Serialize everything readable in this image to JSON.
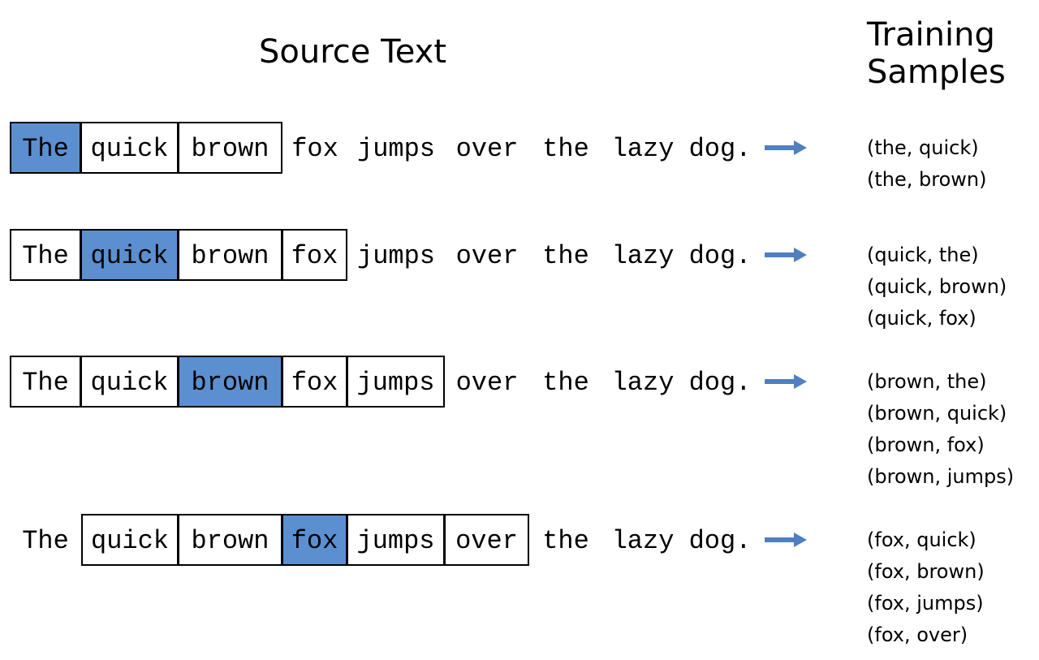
{
  "headings": {
    "source": "Source Text",
    "training_line1": "Training",
    "training_line2": "Samples"
  },
  "colors": {
    "target_fill": "#5b8fd0",
    "arrow": "#4f7fc0",
    "border": "#000000"
  },
  "tokens": [
    "The",
    "quick",
    "brown",
    "fox",
    "jumps",
    "over",
    "the",
    "lazy",
    "dog."
  ],
  "rows": [
    {
      "target_index": 0,
      "window": [
        0,
        2
      ],
      "samples": [
        "(the, quick)",
        "(the, brown)"
      ]
    },
    {
      "target_index": 1,
      "window": [
        0,
        3
      ],
      "samples": [
        "(quick, the)",
        "(quick, brown)",
        "(quick, fox)"
      ]
    },
    {
      "target_index": 2,
      "window": [
        0,
        4
      ],
      "samples": [
        "(brown, the)",
        "(brown, quick)",
        "(brown, fox)",
        "(brown, jumps)"
      ]
    },
    {
      "target_index": 3,
      "window": [
        1,
        5
      ],
      "samples": [
        "(fox, quick)",
        "(fox, brown)",
        "(fox, jumps)",
        "(fox, over)"
      ]
    }
  ]
}
